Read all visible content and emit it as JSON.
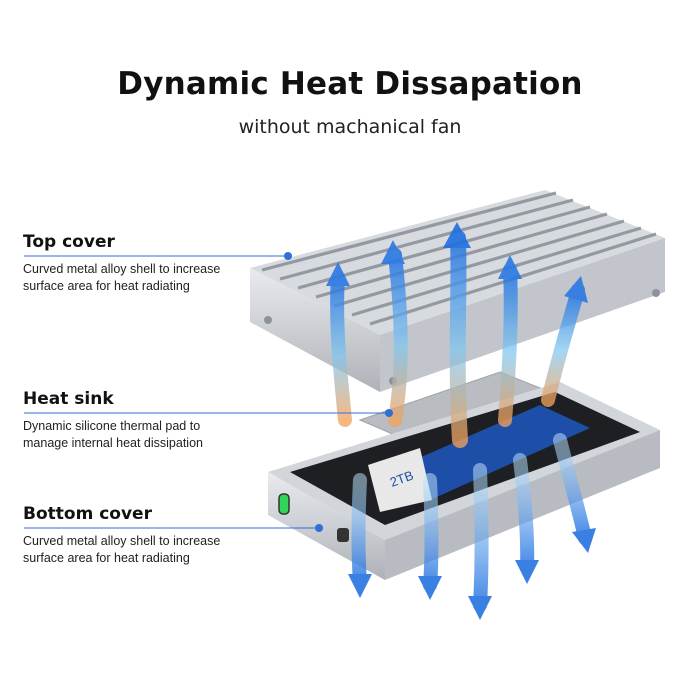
{
  "title": "Dynamic Heat Dissapation",
  "subtitle": "without machanical fan",
  "callouts": [
    {
      "heading": "Top cover",
      "desc_line1": "Curved metal alloy shell to increase",
      "desc_line2": "surface area for heat radiating"
    },
    {
      "heading": "Heat sink",
      "desc_line1": "Dynamic silicone thermal pad to",
      "desc_line2": "manage internal heat dissipation"
    },
    {
      "heading": "Bottom cover",
      "desc_line1": "Curved metal alloy shell to increase",
      "desc_line2": "surface area for heat radiating"
    }
  ],
  "ssd_label": "2TB",
  "colors": {
    "accent": "#2f6fd6",
    "arrow_top": "#1f6fe0",
    "arrow_mid": "#7fc6f0",
    "arrow_warm": "#f2a25a",
    "metal": "#c9ccd1"
  }
}
